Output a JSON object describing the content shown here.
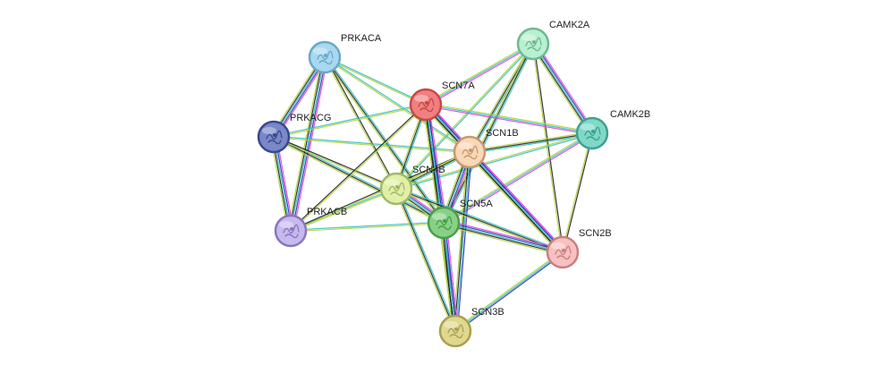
{
  "network": {
    "nodes": [
      {
        "id": "PRKACA",
        "label": "PRKACA",
        "color": "#a8d8f0",
        "border": "#6aa9c9",
        "glyph": "protein-structure-icon"
      },
      {
        "id": "SCN7A",
        "label": "SCN7A",
        "color": "#f08080",
        "border": "#c84848",
        "glyph": "protein-structure-icon"
      },
      {
        "id": "CAMK2A",
        "label": "CAMK2A",
        "color": "#b8f0d0",
        "border": "#70b890",
        "glyph": "protein-structure-icon"
      },
      {
        "id": "CAMK2B",
        "label": "CAMK2B",
        "color": "#80d8c8",
        "border": "#40a090",
        "glyph": "protein-structure-icon"
      },
      {
        "id": "PRKACG",
        "label": "PRKACG",
        "color": "#7a88c8",
        "border": "#3a4890",
        "glyph": "protein-structure-icon"
      },
      {
        "id": "SCN1B",
        "label": "SCN1B",
        "color": "#f8d8b8",
        "border": "#c89870",
        "glyph": "protein-structure-icon"
      },
      {
        "id": "SCN4B",
        "label": "SCN4B",
        "color": "#e0f0a8",
        "border": "#a0b868",
        "glyph": "protein-structure-icon"
      },
      {
        "id": "SCN5A",
        "label": "SCN5A",
        "color": "#88d088",
        "border": "#48a048",
        "glyph": "protein-structure-icon"
      },
      {
        "id": "PRKACB",
        "label": "PRKACB",
        "color": "#c8b8f0",
        "border": "#8878b8",
        "glyph": "protein-structure-icon"
      },
      {
        "id": "SCN2B",
        "label": "SCN2B",
        "color": "#f8c0c0",
        "border": "#c88080",
        "glyph": "protein-structure-icon"
      },
      {
        "id": "SCN3B",
        "label": "SCN3B",
        "color": "#e0d890",
        "border": "#a8a050",
        "glyph": "protein-structure-icon"
      }
    ],
    "edges": [
      {
        "source": "PRKACA",
        "target": "PRKACG",
        "colors": [
          "#e040e0",
          "#3030c0",
          "#30c0c0",
          "#202020",
          "#b0d040"
        ]
      },
      {
        "source": "PRKACA",
        "target": "PRKACB",
        "colors": [
          "#e040e0",
          "#3030c0",
          "#30c0c0",
          "#202020",
          "#b0d040"
        ]
      },
      {
        "source": "PRKACG",
        "target": "PRKACB",
        "colors": [
          "#e040e0",
          "#3030c0",
          "#30c0c0",
          "#202020",
          "#b0d040"
        ]
      },
      {
        "source": "PRKACA",
        "target": "SCN7A",
        "colors": [
          "#30c0c0",
          "#b0d040"
        ]
      },
      {
        "source": "PRKACA",
        "target": "SCN5A",
        "colors": [
          "#30c0c0",
          "#202020",
          "#b0d040"
        ]
      },
      {
        "source": "PRKACA",
        "target": "SCN4B",
        "colors": [
          "#202020",
          "#b0d040"
        ]
      },
      {
        "source": "PRKACA",
        "target": "SCN1B",
        "colors": [
          "#30c0c0",
          "#b0d040"
        ]
      },
      {
        "source": "PRKACG",
        "target": "SCN7A",
        "colors": [
          "#30c0c0",
          "#b0d040"
        ]
      },
      {
        "source": "PRKACG",
        "target": "SCN5A",
        "colors": [
          "#30c0c0",
          "#202020",
          "#b0d040"
        ]
      },
      {
        "source": "PRKACG",
        "target": "SCN4B",
        "colors": [
          "#202020",
          "#b0d040"
        ]
      },
      {
        "source": "PRKACG",
        "target": "SCN1B",
        "colors": [
          "#30c0c0",
          "#b0d040"
        ]
      },
      {
        "source": "PRKACB",
        "target": "SCN7A",
        "colors": [
          "#202020",
          "#b0d040"
        ]
      },
      {
        "source": "PRKACB",
        "target": "SCN5A",
        "colors": [
          "#30c0c0",
          "#b0d040"
        ]
      },
      {
        "source": "PRKACB",
        "target": "SCN4B",
        "colors": [
          "#30c0c0",
          "#b0d040"
        ]
      },
      {
        "source": "PRKACB",
        "target": "SCN1B",
        "colors": [
          "#202020",
          "#b0d040"
        ]
      },
      {
        "source": "CAMK2A",
        "target": "CAMK2B",
        "colors": [
          "#e040e0",
          "#3030c0",
          "#30c0c0",
          "#202020",
          "#b0d040"
        ]
      },
      {
        "source": "CAMK2A",
        "target": "SCN7A",
        "colors": [
          "#e040e0",
          "#30c0c0",
          "#b0d040"
        ]
      },
      {
        "source": "CAMK2A",
        "target": "SCN1B",
        "colors": [
          "#30c0c0",
          "#202020",
          "#b0d040"
        ]
      },
      {
        "source": "CAMK2A",
        "target": "SCN5A",
        "colors": [
          "#30c0c0",
          "#202020",
          "#b0d040"
        ]
      },
      {
        "source": "CAMK2A",
        "target": "SCN4B",
        "colors": [
          "#30c0c0",
          "#b0d040"
        ]
      },
      {
        "source": "CAMK2A",
        "target": "SCN2B",
        "colors": [
          "#202020",
          "#b0d040"
        ]
      },
      {
        "source": "CAMK2B",
        "target": "SCN7A",
        "colors": [
          "#e040e0",
          "#30c0c0",
          "#b0d040"
        ]
      },
      {
        "source": "CAMK2B",
        "target": "SCN1B",
        "colors": [
          "#30c0c0",
          "#202020",
          "#b0d040"
        ]
      },
      {
        "source": "CAMK2B",
        "target": "SCN5A",
        "colors": [
          "#e040e0",
          "#30c0c0",
          "#b0d040"
        ]
      },
      {
        "source": "CAMK2B",
        "target": "SCN4B",
        "colors": [
          "#30c0c0",
          "#b0d040"
        ]
      },
      {
        "source": "CAMK2B",
        "target": "SCN2B",
        "colors": [
          "#202020",
          "#b0d040"
        ]
      },
      {
        "source": "SCN7A",
        "target": "SCN1B",
        "colors": [
          "#e040e0",
          "#3030c0",
          "#30c0c0",
          "#202020",
          "#b0d040"
        ]
      },
      {
        "source": "SCN7A",
        "target": "SCN5A",
        "colors": [
          "#e040e0",
          "#3030c0",
          "#30c0c0",
          "#202020",
          "#b0d040"
        ]
      },
      {
        "source": "SCN7A",
        "target": "SCN4B",
        "colors": [
          "#30c0c0",
          "#202020",
          "#b0d040"
        ]
      },
      {
        "source": "SCN7A",
        "target": "SCN2B",
        "colors": [
          "#e040e0",
          "#3030c0",
          "#30c0c0",
          "#202020",
          "#b0d040"
        ]
      },
      {
        "source": "SCN7A",
        "target": "SCN3B",
        "colors": [
          "#3030c0",
          "#30c0c0",
          "#202020",
          "#b0d040"
        ]
      },
      {
        "source": "SCN1B",
        "target": "SCN5A",
        "colors": [
          "#e040e0",
          "#3030c0",
          "#30c0c0",
          "#202020",
          "#b0d040"
        ]
      },
      {
        "source": "SCN1B",
        "target": "SCN4B",
        "colors": [
          "#30c0c0",
          "#202020",
          "#b0d040"
        ]
      },
      {
        "source": "SCN1B",
        "target": "SCN2B",
        "colors": [
          "#e040e0",
          "#3030c0",
          "#30c0c0",
          "#202020",
          "#b0d040"
        ]
      },
      {
        "source": "SCN1B",
        "target": "SCN3B",
        "colors": [
          "#3030c0",
          "#30c0c0",
          "#202020",
          "#b0d040"
        ]
      },
      {
        "source": "SCN4B",
        "target": "SCN5A",
        "colors": [
          "#e040e0",
          "#3030c0",
          "#30c0c0",
          "#202020",
          "#b0d040"
        ]
      },
      {
        "source": "SCN4B",
        "target": "SCN2B",
        "colors": [
          "#30c0c0",
          "#202020",
          "#b0d040"
        ]
      },
      {
        "source": "SCN4B",
        "target": "SCN3B",
        "colors": [
          "#30c0c0",
          "#202020",
          "#b0d040"
        ]
      },
      {
        "source": "SCN5A",
        "target": "SCN2B",
        "colors": [
          "#e040e0",
          "#3030c0",
          "#30c0c0",
          "#202020",
          "#b0d040"
        ]
      },
      {
        "source": "SCN5A",
        "target": "SCN3B",
        "colors": [
          "#e040e0",
          "#3030c0",
          "#30c0c0",
          "#202020",
          "#b0d040"
        ]
      },
      {
        "source": "SCN2B",
        "target": "SCN3B",
        "colors": [
          "#3030c0",
          "#30c0c0",
          "#b0d040"
        ]
      }
    ]
  }
}
